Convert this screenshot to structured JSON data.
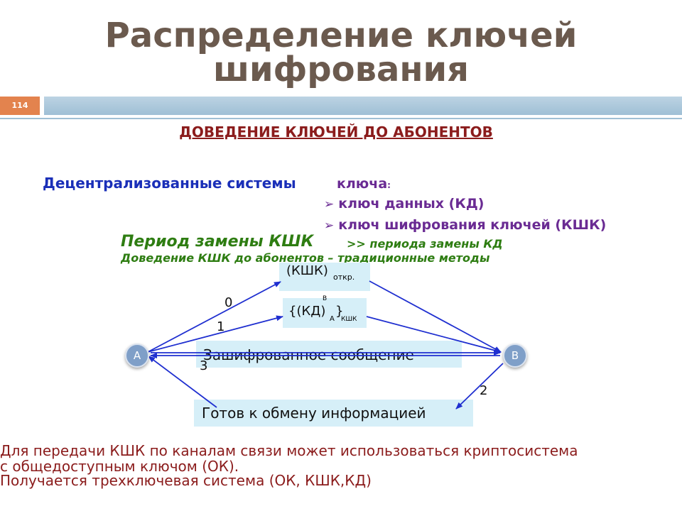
{
  "slide": {
    "title_line1": "Распределение ключей",
    "title_line2": "шифрования",
    "slide_number": "114",
    "subtitle": "ДОВЕДЕНИЕ КЛЮЧЕЙ ДО АБОНЕНТОВ"
  },
  "keys": {
    "heading_left": "Децентрализованные системы",
    "heading_right": "ключа",
    "colon": ":",
    "items": [
      "ключ данных (КД)",
      "ключ шифрования ключей (КШК)"
    ]
  },
  "period": {
    "line1_main": "Период замены КШК",
    "line1_tail": ">>   периода замены КД",
    "line2": "Доведение КШК до абонентов – традиционные методы"
  },
  "diagram": {
    "node_a": "A",
    "node_b": "B",
    "box1_main": "(КШК)",
    "box1_sub": "откр.",
    "box2_sup": "B",
    "box2_pre": "{(КД)",
    "box2_subA": "A",
    "box2_close": "}",
    "box2_subK": "КШК",
    "box3": "Зашифрованное сообщение",
    "box4": "Готов к обмену информацией",
    "step0": "0",
    "step1": "1",
    "step2": "2",
    "step3": "3"
  },
  "footer": {
    "line1": "Для передачи КШК по каналам связи может использоваться криптосистема",
    "line2": "с общедоступным ключом (ОК).",
    "line3": "Получается трехключевая система (ОК, КШК,КД)"
  },
  "colors": {
    "title": "#6b5a4e",
    "accent_orange": "#e3834e",
    "bar_blue": "#9fbfd5",
    "dark_red": "#8b1c1c",
    "blue_text": "#1a2fb8",
    "purple_text": "#6a2b93",
    "green_text": "#2e7d12",
    "box_fill": "#d6eff8",
    "arrow_blue": "#1f2fd0"
  }
}
